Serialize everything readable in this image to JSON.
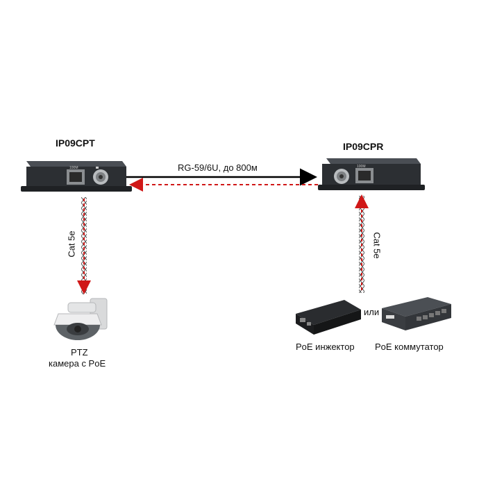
{
  "devices": {
    "transmitter": {
      "model": "IP09CPT"
    },
    "receiver": {
      "model": "IP09CPR"
    }
  },
  "links": {
    "coax": "RG-59/6U, до 800м",
    "cat_left": "Cat 5e",
    "cat_right": "Cat 5e"
  },
  "camera": {
    "title": "PTZ",
    "subtitle": "камера с PoE"
  },
  "power": {
    "or_label": "или",
    "injector": "PoE инжектор",
    "switch": "PoE коммутатор"
  },
  "colors": {
    "black_arrow": "#000000",
    "red_arrow": "#d01818",
    "device_body": "#2c2f33"
  }
}
